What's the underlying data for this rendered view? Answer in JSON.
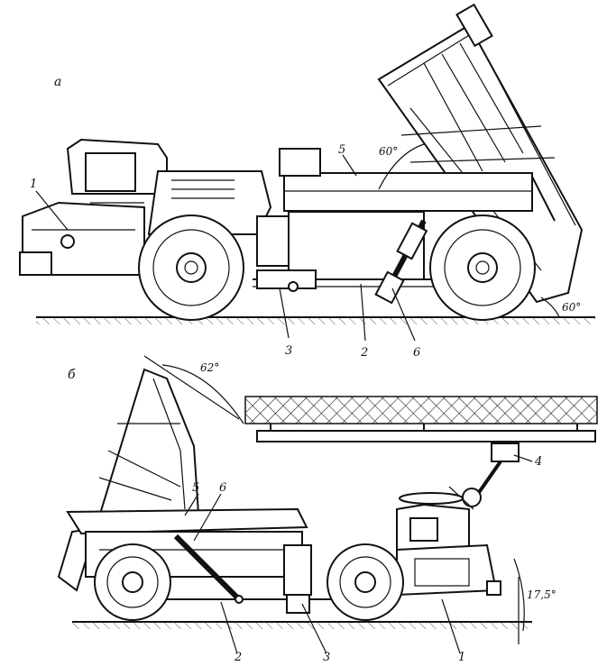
{
  "figure": {
    "view_a": {
      "label": "а",
      "callouts": [
        "1",
        "2",
        "3",
        "5",
        "6"
      ],
      "angles": [
        "60°",
        "60°"
      ]
    },
    "view_b": {
      "label": "б",
      "callouts": [
        "1",
        "2",
        "3",
        "4",
        "5",
        "6"
      ],
      "angles": [
        "62°",
        "17,5°"
      ]
    }
  }
}
